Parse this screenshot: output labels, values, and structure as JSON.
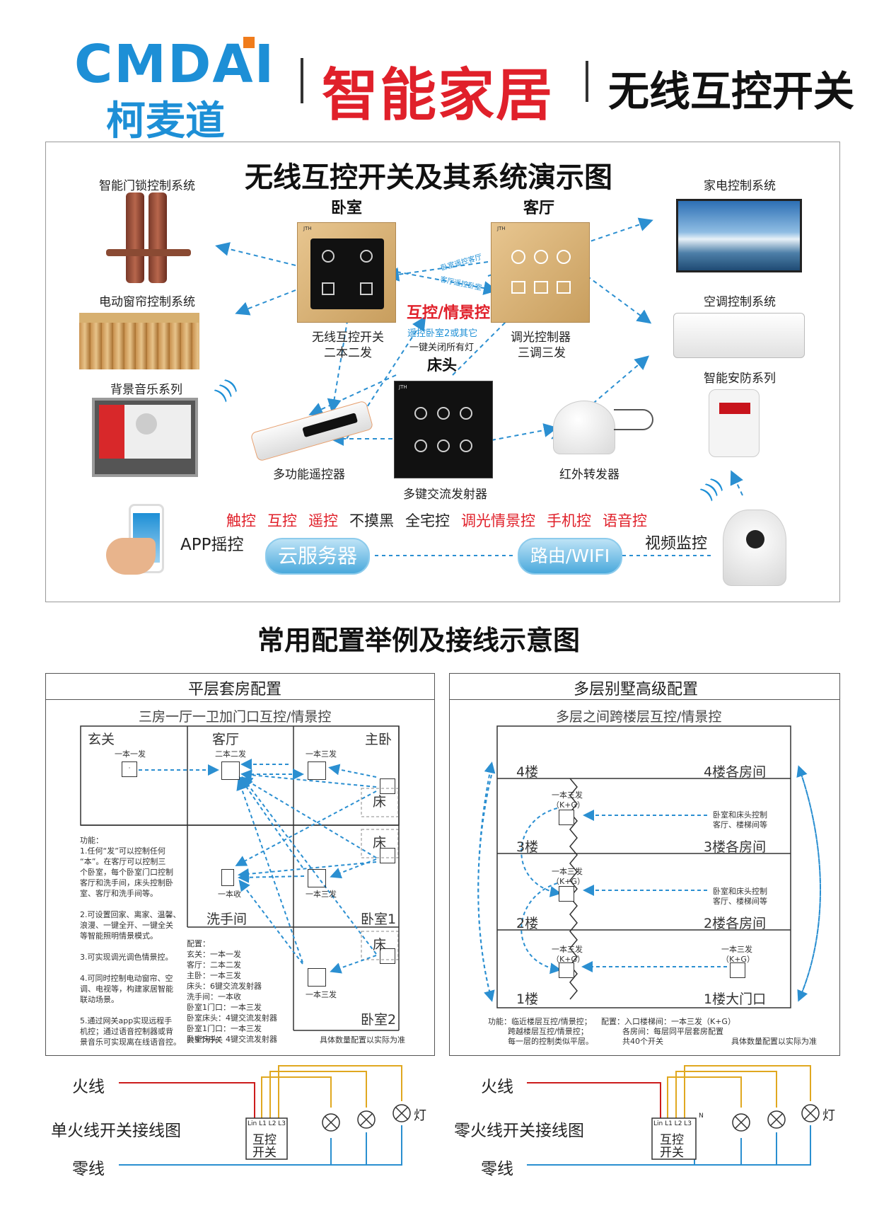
{
  "header": {
    "logo_en": "CMDAI",
    "logo_zh": "柯麦道",
    "title_red": "智能家居",
    "title_black": "无线互控开关"
  },
  "system_diagram": {
    "title": "无线互控开关及其系统演示图",
    "bedroom": "卧室",
    "living_room": "客厅",
    "door_lock": "智能门锁控制系统",
    "curtain": "电动窗帘控制系统",
    "music": "背景音乐系列",
    "appliance": "家电控制系统",
    "ac": "空调控制系统",
    "security": "智能安防系列",
    "switch_left_1": "无线互控开关",
    "switch_left_2": "二本二发",
    "switch_right_1": "调光控制器",
    "switch_right_2": "三调三发",
    "mutual": "互控/情景控",
    "remote_note_1": "遥控卧室2或其它",
    "remote_note_2": "一键关闭所有灯",
    "bedhead": "床头",
    "arrow_note_1": "卧室遥控客厅",
    "arrow_note_2": "客厅遥控卧室",
    "remote": "多功能遥控器",
    "ir": "红外转发器",
    "multikey": "多键交流发射器",
    "features": [
      "触控",
      "互控",
      "遥控",
      "不摸黑",
      "全宅控",
      "调光情景控",
      "手机控",
      "语音控"
    ],
    "feature_colors": [
      "#e0202a",
      "#e0202a",
      "#e0202a",
      "#222222",
      "#222222",
      "#e0202a",
      "#e0202a",
      "#e0202a"
    ],
    "app": "APP摇控",
    "cloud": "云服务器",
    "router": "路由/WIFI",
    "video": "视频监控",
    "panel_brand": "JTH"
  },
  "config_title": "常用配置举例及接线示意图",
  "flat": {
    "title": "平层套房配置",
    "subtitle": "三房一厅一卫加门口互控/情景控",
    "rooms": {
      "entrance": "玄关",
      "living": "客厅",
      "master": "主卧",
      "bathroom": "洗手间",
      "bedroom1": "卧室1",
      "bedroom2": "卧室2",
      "bed": "床"
    },
    "switch_labels": {
      "entrance": "一本一发",
      "living": "二本二发",
      "master": "一本三发",
      "bathroom": "一本收",
      "bedroom1": "一本三发",
      "bedroom2": "一本三发"
    },
    "functions": [
      "功能：",
      "1.任何“发”可以控制任何",
      "“本”。在客厅可以控制三",
      "个卧室，每个卧室门口控制",
      "客厅和洗手间，床头控制卧",
      "室、客厅和洗手间等。",
      "",
      "2.可设置回家、离家、温馨、",
      "浪漫、一键全开、一键全关",
      "等智能照明情景模式。",
      "",
      "3.可实现调光调色情景控。",
      "",
      "4.可同时控制电动窗帘、空",
      "调、电视等，构建家居智能",
      "联动场景。",
      "",
      "5.通过网关app实现远程手",
      "机控；通过语音控制器或背",
      "景音乐可实现离在线语音控。"
    ],
    "config": [
      "配置：",
      "玄关：一本一发",
      "客厅：二本二发",
      "主卧：一本三发",
      "床头：6键交流发射器",
      "洗手间：一本收",
      "卧室1门口：一本三发",
      "卧室床头：4键交流发射器",
      "卧室1门口：一本三发",
      "卧室床头：4键交流发射器"
    ],
    "total": "共9个开关",
    "note": "具体数量配置以实际为准"
  },
  "villa": {
    "title": "多层别墅高级配置",
    "subtitle": "多层之间跨楼层互控/情景控",
    "floors": [
      "4楼",
      "3楼",
      "2楼",
      "1楼"
    ],
    "rooms": [
      "4楼各房间",
      "3楼各房间",
      "2楼各房间",
      "1楼大门口"
    ],
    "stair_switch": "一本三发",
    "kg": "（K+G）",
    "room_note_1": "卧室和床头控制",
    "room_note_2": "客厅、楼梯间等",
    "function_1": "功能：临近楼层互控/情景控；",
    "function_2": "跨越楼层互控/情景控；",
    "function_3": "每一层的控制类似平层。",
    "config_1": "配置：入口楼梯间：一本三发（K+G）",
    "config_2": "各房间：每层同平层套房配置",
    "config_3": "共40个开关",
    "note": "具体数量配置以实际为准"
  },
  "wiring_left": {
    "live": "火线",
    "title": "单火线开关接线图",
    "neutral": "零线",
    "lamp": "灯",
    "terminals": "Lin L1 L2 L3",
    "switch_1": "互控",
    "switch_2": "开关"
  },
  "wiring_right": {
    "live": "火线",
    "title": "零火线开关接线图",
    "neutral": "零线",
    "lamp": "灯",
    "terminals": "Lin L1 L2 L3",
    "n": "N",
    "switch_1": "互控",
    "switch_2": "开关"
  },
  "colors": {
    "brand_blue": "#1d8fd6",
    "red": "#e0202a",
    "dash_blue": "#2b8fd1",
    "live_wire": "#cc1c1c",
    "neutral_wire": "#2a8fd0",
    "l_wire": "#e0a820"
  }
}
